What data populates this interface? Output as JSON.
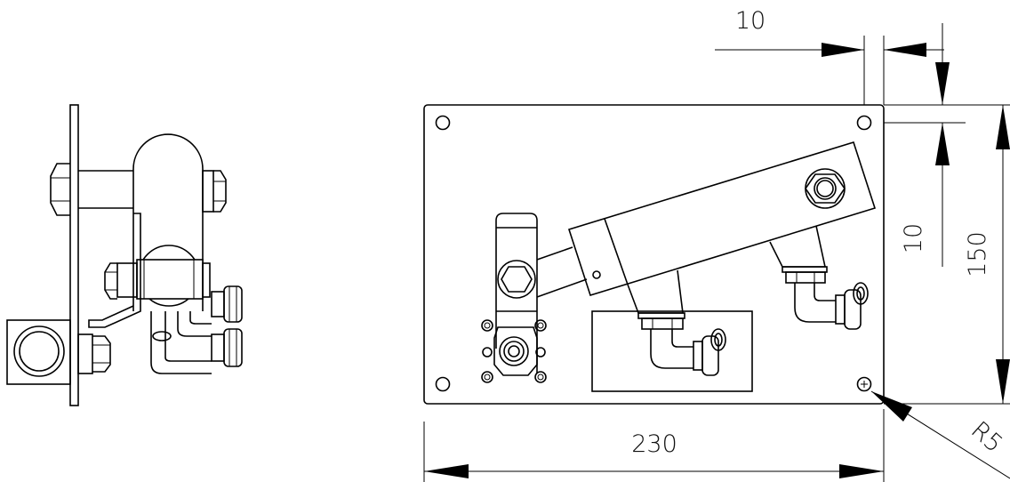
{
  "dimensions": {
    "width": "230",
    "height": "150",
    "hole_offset_x": "10",
    "hole_offset_y": "10",
    "corner_radius": "R5"
  },
  "colors": {
    "line": "#000000",
    "background": "#ffffff"
  }
}
